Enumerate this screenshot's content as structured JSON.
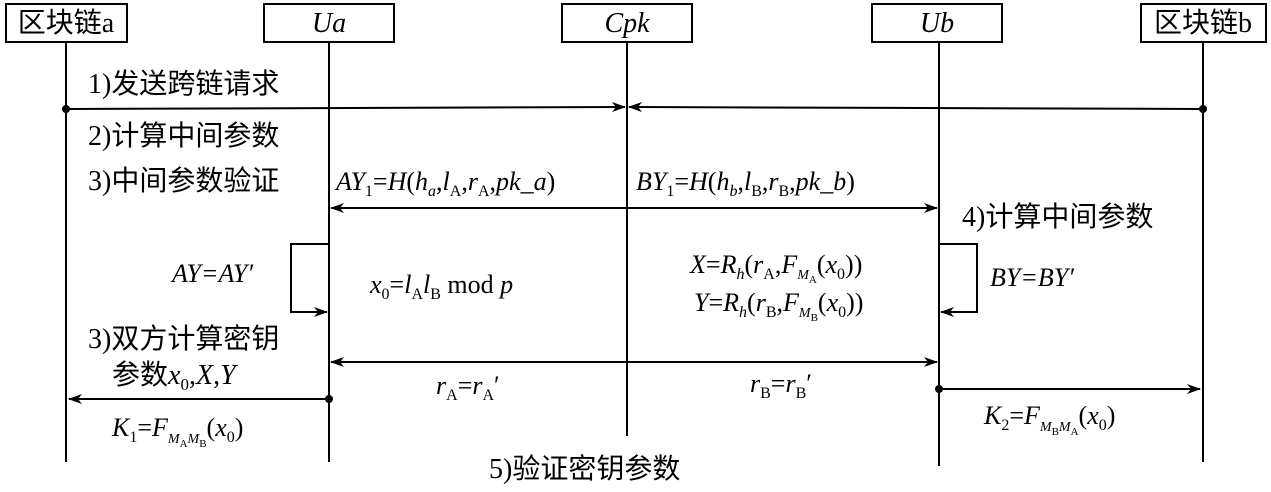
{
  "participants": {
    "chain_a": "区块链a",
    "ua": "Ua",
    "cpk": "Cpk",
    "ub": "Ub",
    "chain_b": "区块链b"
  },
  "steps": {
    "send_request": "1)发送跨链请求",
    "compute_params": "2)计算中间参数",
    "verify_params": "3)中间参数验证",
    "compute_params_b": "4)计算中间参数",
    "both_compute_line1": "3)双方计算密钥",
    "both_compute_line2": "参数x₀,X,Y",
    "verify_key": "5)验证密钥参数"
  },
  "formulas": {
    "ay1": "AY₁=H(hₐ,l_A,r_A,pk_a)",
    "by1": "BY₁=H(h_b,l_B,r_B,pk_b)",
    "ay_check": "AY=AY′",
    "by_check": "BY=BY′",
    "x0": "x₀=l_A l_B mod p",
    "X": "X=R_h(r_A,F_{M_A}(x₀))",
    "Y": "Y=R_h(r_B,F_{M_B}(x₀))",
    "ra": "r_A=r_A′",
    "rb": "r_B=r_B′",
    "k1": "K₁=F_{M_A M_B}(x₀)",
    "k2": "K₂=F_{M_B M_A}(x₀)"
  }
}
